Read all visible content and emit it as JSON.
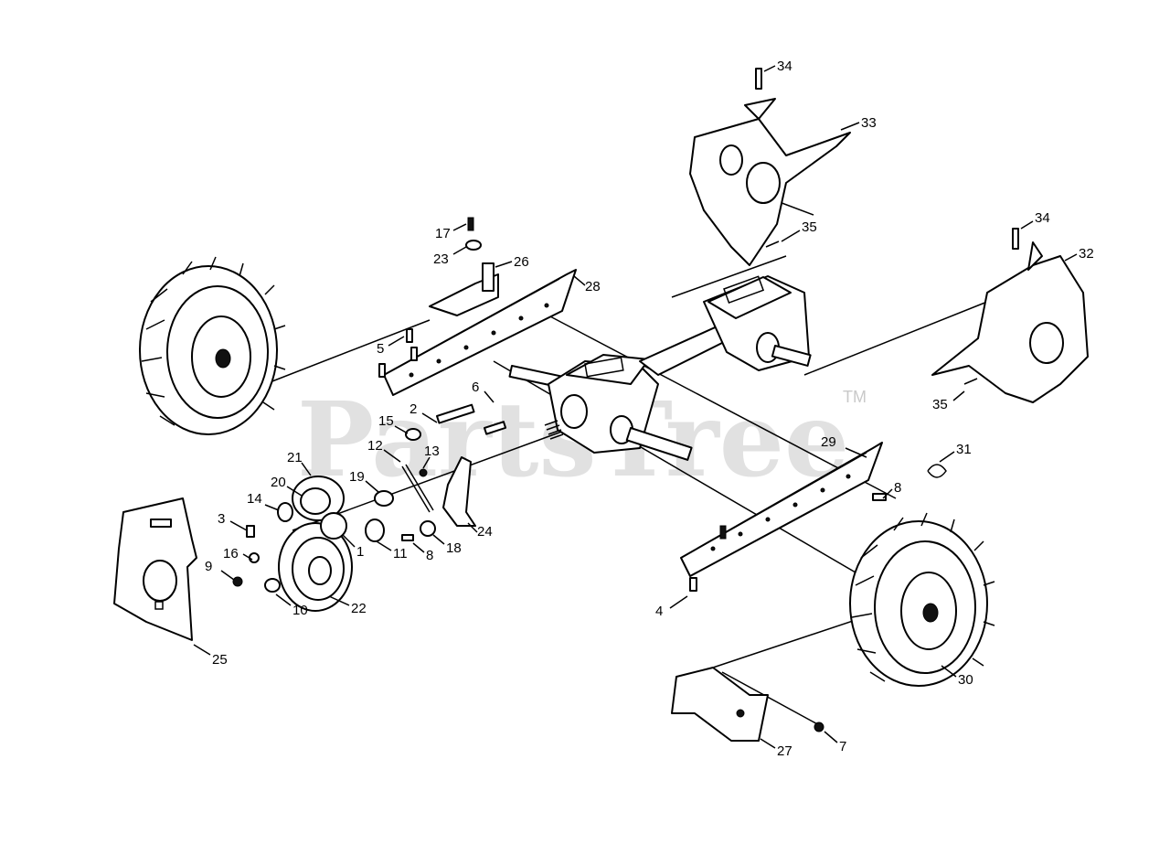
{
  "watermark": {
    "brand": "PartsTree",
    "mark": "TM"
  },
  "callouts": [
    {
      "id": "34",
      "label": "34"
    },
    {
      "id": "33",
      "label": "33"
    },
    {
      "id": "35a",
      "label": "35"
    },
    {
      "id": "34b",
      "label": "34"
    },
    {
      "id": "32",
      "label": "32"
    },
    {
      "id": "35b",
      "label": "35"
    },
    {
      "id": "17",
      "label": "17"
    },
    {
      "id": "23",
      "label": "23"
    },
    {
      "id": "26",
      "label": "26"
    },
    {
      "id": "28",
      "label": "28"
    },
    {
      "id": "5",
      "label": "5"
    },
    {
      "id": "2",
      "label": "2"
    },
    {
      "id": "6",
      "label": "6"
    },
    {
      "id": "15",
      "label": "15"
    },
    {
      "id": "12",
      "label": "12"
    },
    {
      "id": "13",
      "label": "13"
    },
    {
      "id": "21",
      "label": "21"
    },
    {
      "id": "20",
      "label": "20"
    },
    {
      "id": "19",
      "label": "19"
    },
    {
      "id": "14",
      "label": "14"
    },
    {
      "id": "3",
      "label": "3"
    },
    {
      "id": "1",
      "label": "1"
    },
    {
      "id": "11",
      "label": "11"
    },
    {
      "id": "8a",
      "label": "8"
    },
    {
      "id": "18",
      "label": "18"
    },
    {
      "id": "24",
      "label": "24"
    },
    {
      "id": "16",
      "label": "16"
    },
    {
      "id": "9",
      "label": "9"
    },
    {
      "id": "10",
      "label": "10"
    },
    {
      "id": "22",
      "label": "22"
    },
    {
      "id": "25",
      "label": "25"
    },
    {
      "id": "29",
      "label": "29"
    },
    {
      "id": "8b",
      "label": "8"
    },
    {
      "id": "31",
      "label": "31"
    },
    {
      "id": "4",
      "label": "4"
    },
    {
      "id": "30",
      "label": "30"
    },
    {
      "id": "27",
      "label": "27"
    },
    {
      "id": "7",
      "label": "7"
    }
  ]
}
